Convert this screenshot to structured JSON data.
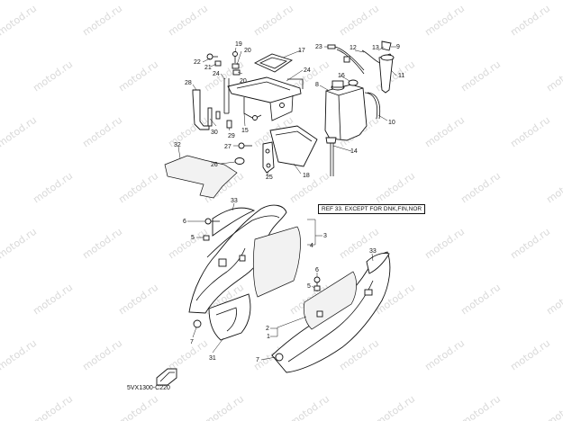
{
  "watermark": "motod.ru",
  "note": "REF 33. EXCEPT FOR DNK,FIN,NOR",
  "diagram_code": "5VX1300-C220",
  "callouts": [
    {
      "id": "c1",
      "text": "1"
    },
    {
      "id": "c2",
      "text": "2"
    },
    {
      "id": "c3",
      "text": "3"
    },
    {
      "id": "c4",
      "text": "4"
    },
    {
      "id": "c5a",
      "text": "5"
    },
    {
      "id": "c5b",
      "text": "5"
    },
    {
      "id": "c6a",
      "text": "6"
    },
    {
      "id": "c6b",
      "text": "6"
    },
    {
      "id": "c7a",
      "text": "7"
    },
    {
      "id": "c7b",
      "text": "7"
    },
    {
      "id": "c8",
      "text": "8"
    },
    {
      "id": "c9",
      "text": "9"
    },
    {
      "id": "c10",
      "text": "10"
    },
    {
      "id": "c11",
      "text": "11"
    },
    {
      "id": "c12",
      "text": "12"
    },
    {
      "id": "c13",
      "text": "13"
    },
    {
      "id": "c14",
      "text": "14"
    },
    {
      "id": "c15",
      "text": "15"
    },
    {
      "id": "c16",
      "text": "16"
    },
    {
      "id": "c17",
      "text": "17"
    },
    {
      "id": "c18",
      "text": "18"
    },
    {
      "id": "c19",
      "text": "19"
    },
    {
      "id": "c20a",
      "text": "20"
    },
    {
      "id": "c20b",
      "text": "20"
    },
    {
      "id": "c21",
      "text": "21"
    },
    {
      "id": "c22",
      "text": "22"
    },
    {
      "id": "c23",
      "text": "23"
    },
    {
      "id": "c24a",
      "text": "24"
    },
    {
      "id": "c24b",
      "text": "24"
    },
    {
      "id": "c25",
      "text": "25"
    },
    {
      "id": "c26",
      "text": "26"
    },
    {
      "id": "c27",
      "text": "27"
    },
    {
      "id": "c28",
      "text": "28"
    },
    {
      "id": "c29",
      "text": "29"
    },
    {
      "id": "c30",
      "text": "30"
    },
    {
      "id": "c31",
      "text": "31"
    },
    {
      "id": "c32",
      "text": "32"
    },
    {
      "id": "c33a",
      "text": "33"
    },
    {
      "id": "c33b",
      "text": "33"
    }
  ]
}
